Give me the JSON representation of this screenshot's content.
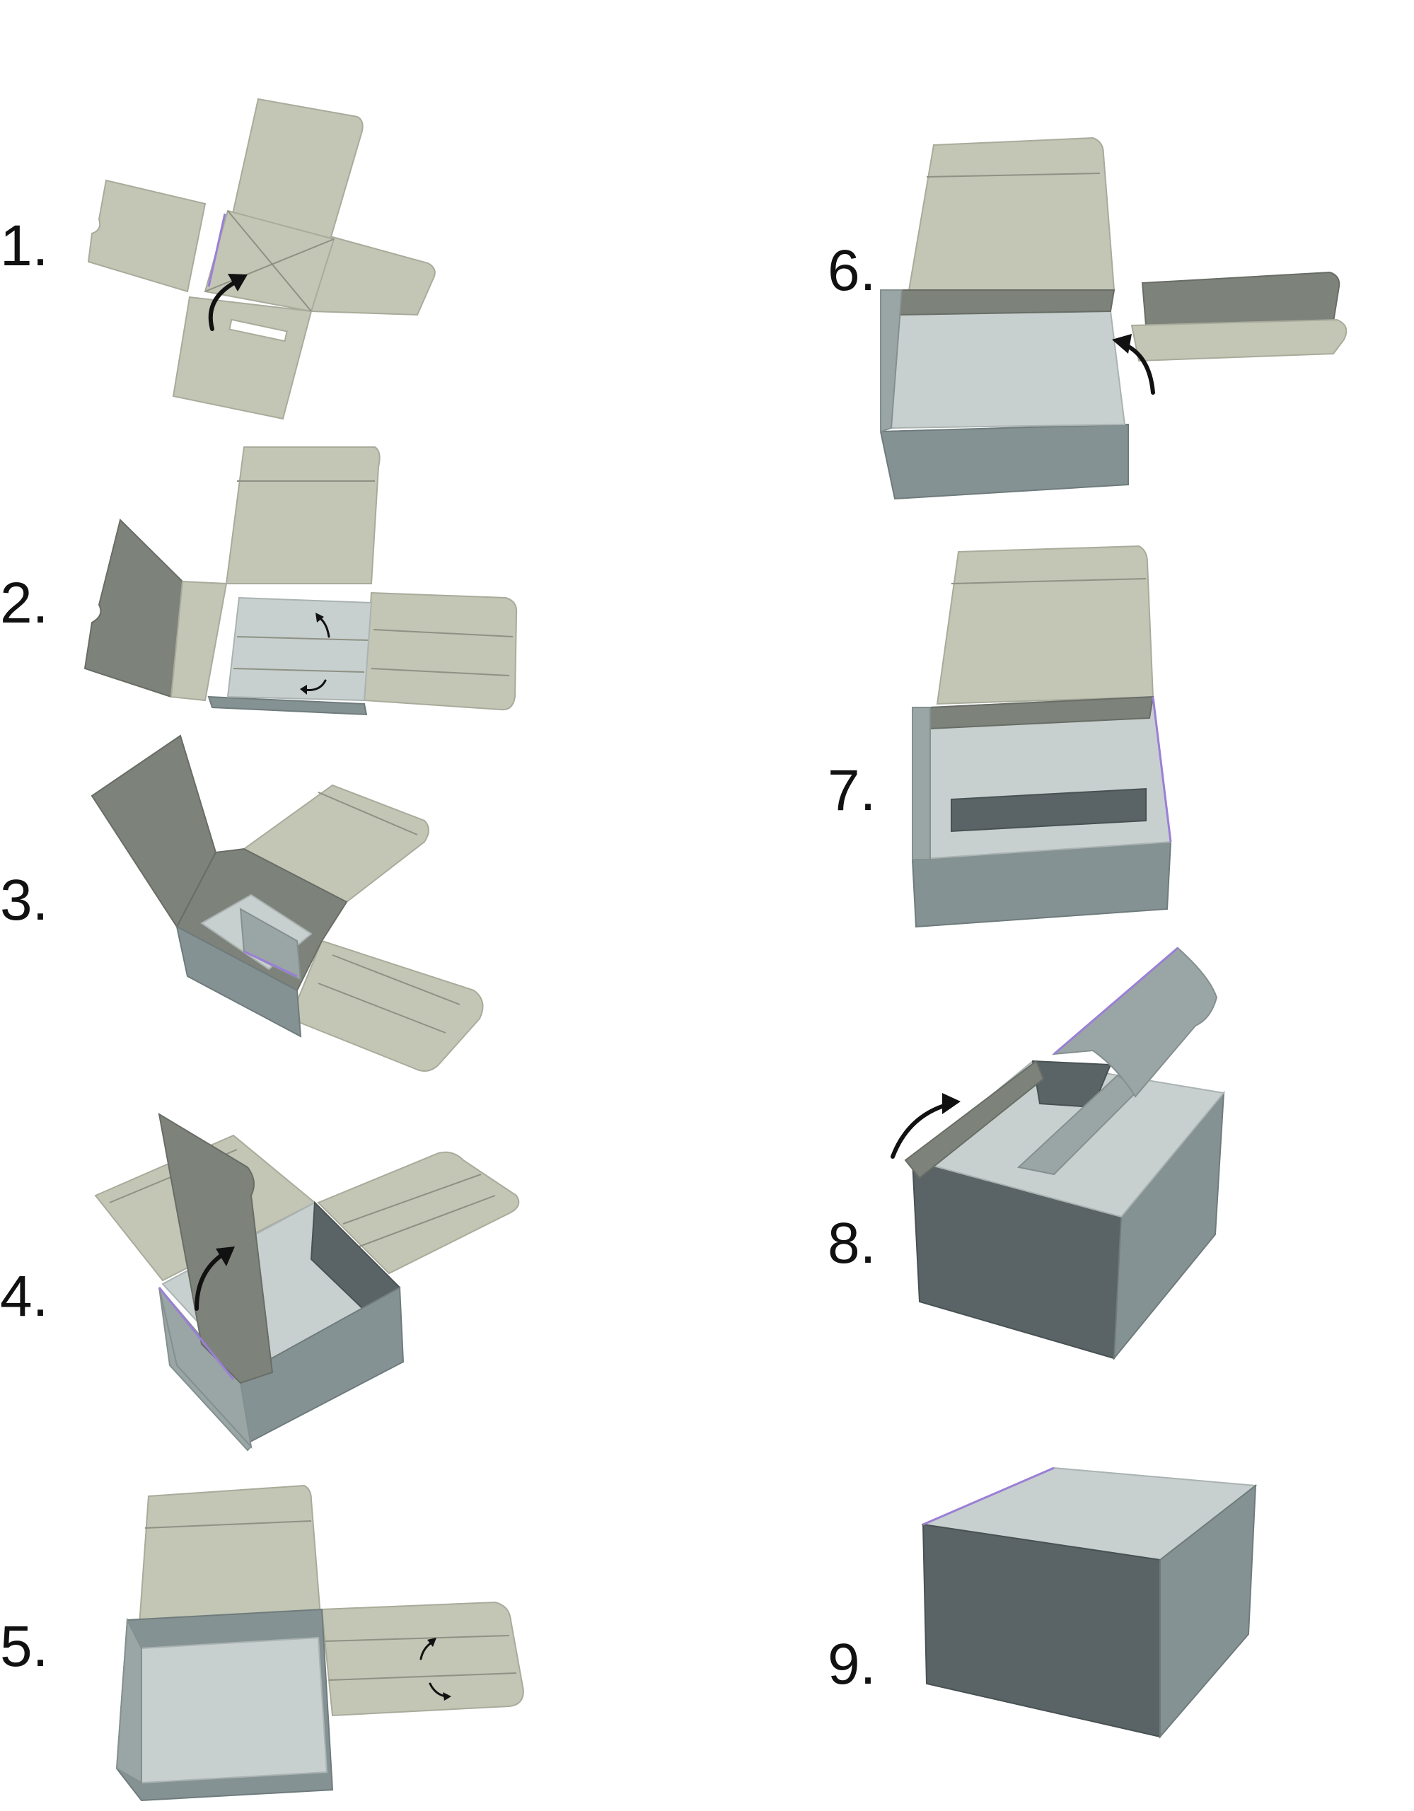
{
  "steps": [
    {
      "label": "1."
    },
    {
      "label": "2."
    },
    {
      "label": "3."
    },
    {
      "label": "4."
    },
    {
      "label": "5."
    },
    {
      "label": "6."
    },
    {
      "label": "7."
    },
    {
      "label": "8."
    },
    {
      "label": "9."
    }
  ],
  "colors": {
    "flap_light": "#c3c5b5",
    "flap_dark": "#7d827b",
    "inner_floor": "#c7d0cf",
    "wall_mid": "#859293",
    "wall_dark": "#5a6466",
    "highlight_edge": "#9b7fd6",
    "arrow": "#111111"
  },
  "icons": [
    "fold-arrow-icon"
  ]
}
